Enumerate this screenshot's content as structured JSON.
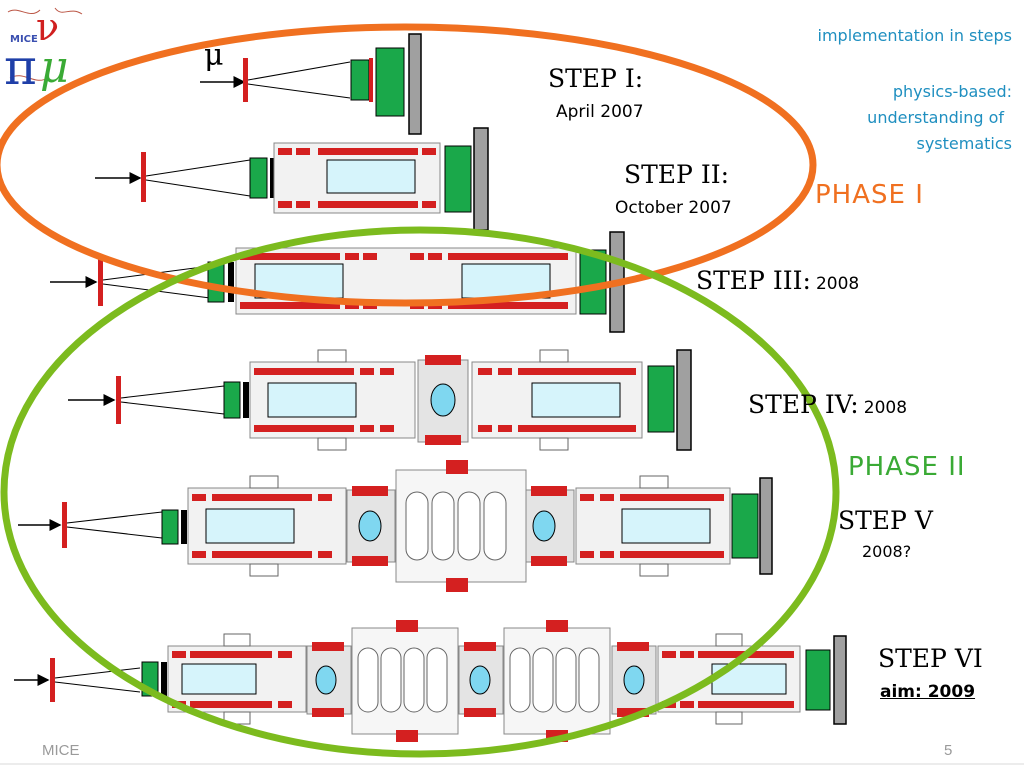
{
  "header": {
    "logo_text": "MICE",
    "logo_symbols": "π μ ν",
    "muon_symbol": "μ"
  },
  "notes": {
    "line1": "implementation in steps",
    "line2": "physics-based:",
    "line3": "understanding of",
    "line4": "systematics"
  },
  "phases": {
    "phase1": "PHASE I",
    "phase2": "PHASE II",
    "phase1_color": "#f07020",
    "phase2_color": "#3aaa35",
    "ellipse1_color": "#f07020",
    "ellipse2_color": "#7cbb1e"
  },
  "steps": [
    {
      "title": "STEP I:",
      "date": "April 2007"
    },
    {
      "title": "STEP II:",
      "date": "October 2007"
    },
    {
      "title": "STEP III:",
      "date": "2008"
    },
    {
      "title": "STEP IV:",
      "date": "2008"
    },
    {
      "title": "STEP V",
      "date": "2008?"
    },
    {
      "title": "STEP VI",
      "date": "aim: 2009"
    }
  ],
  "footer": {
    "left": "MICE",
    "page_number": "5"
  },
  "colors": {
    "detector_green": "#1aa84a",
    "magnet_red": "#d42020",
    "window_cyan": "#d6f4fb",
    "absorber_cyan": "#7fd7f0",
    "endplate_gray": "#a0a0a0"
  }
}
